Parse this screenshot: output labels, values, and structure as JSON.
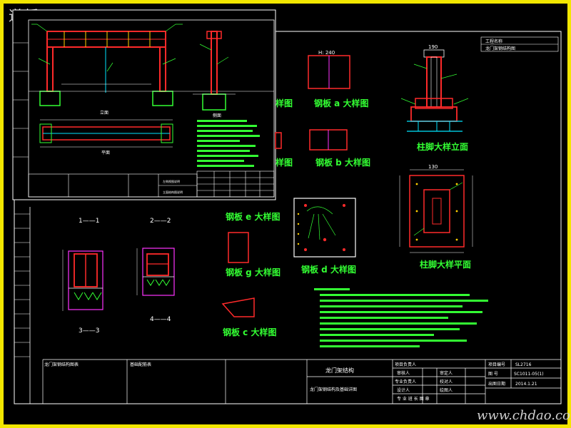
{
  "watermarks": {
    "top_left": "道桥网",
    "bottom_right": "www.chdao.com"
  },
  "panel_top_left": {
    "elevation_title": "立面",
    "plan_title": "平面",
    "side_title": "侧面",
    "small_box_left": "左侧视图说明",
    "small_box_right": "立面结构图说明"
  },
  "details": {
    "plate_a": "钢板 a 大样图",
    "plate_b": "钢板 b 大样图",
    "plate_c": "钢板 c 大样图",
    "plate_d": "钢板 d 大样图",
    "plate_e": "钢板 e 大样图",
    "plate_g": "钢板 g 大样图",
    "partial_1": "样图",
    "partial_2": "样图",
    "column_foot_elevation": "柱脚大样立面",
    "column_foot_plan": "柱脚大样平面",
    "dim_top": "H: 240",
    "dim_foot": "190",
    "dim_plan": "130"
  },
  "sections": {
    "s1": "1——1",
    "s2": "2——2",
    "s3": "3——3",
    "s4": "4——4"
  },
  "title_block": {
    "drawing_title": "龙门架结构",
    "drawing_subtitle": "龙门架钢结构及基础详图",
    "left_caption": "龙门架钢结构图表",
    "mid_caption": "基础配筋表",
    "role_1": "项目负责人",
    "role_2": "审核人",
    "role_3": "审定人",
    "role_4": "专业负责人",
    "role_5": "校对人",
    "role_6": "设计人",
    "role_7": "绘图人",
    "footer_text": "专 业 班 长 图 章",
    "project_no_label": "项目编号",
    "project_no": "SL2716",
    "drawing_no_label": "图 号",
    "drawing_no": "SC1011-05(1)",
    "date_label": "出图日期",
    "date": "2014.1.21"
  },
  "top_right_header": {
    "row1": "工程名称",
    "row2": "龙门架钢结构图"
  },
  "colors": {
    "frame_yellow": "#f2e600",
    "line_white": "#ffffff",
    "steel_red": "#ff2a2a",
    "rebar_cyan": "#00e5ff",
    "text_green": "#33ff33",
    "dim_magenta": "#ff33ff"
  }
}
